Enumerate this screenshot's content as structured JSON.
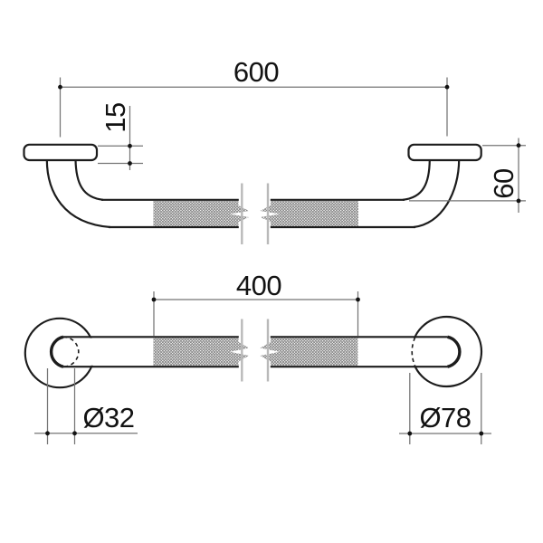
{
  "drawing": {
    "side_view": {
      "overall_length_label": "600",
      "flange_thickness_label": "15",
      "wall_offset_label": "60"
    },
    "plan_view": {
      "grip_length_label": "400",
      "rail_diameter_label": "Ø32",
      "flange_diameter_label": "Ø78"
    },
    "colors": {
      "line": "#1c1c1c",
      "dim_line": "#757575",
      "break_line": "#b9b9b9",
      "hatch": "#7a7a7a",
      "text": "#131313",
      "background": "#ffffff"
    }
  }
}
